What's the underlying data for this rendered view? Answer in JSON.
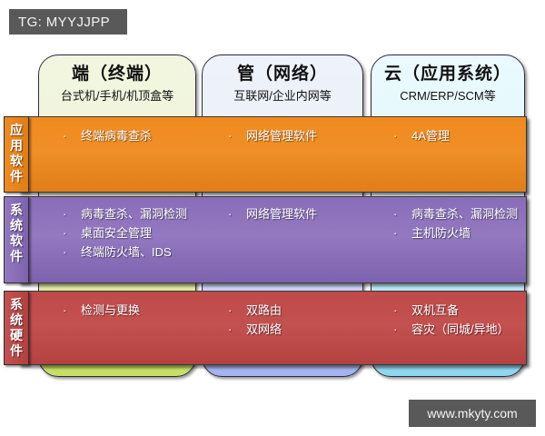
{
  "badge": {
    "label": "TG: MYYJJPP"
  },
  "watermark": {
    "label": "www.mkyty.com"
  },
  "columns": [
    {
      "title": "端（终端）",
      "subtitle": "台式机/手机/机顶盒等",
      "color": "#c6e063"
    },
    {
      "title": "管（网络）",
      "subtitle": "互联网/企业内网等",
      "color": "#a3b4ef"
    },
    {
      "title": "云（应用系统）",
      "subtitle": "CRM/ERP/SCM等",
      "color": "#8ed7f0"
    }
  ],
  "rows": [
    {
      "label": "应用软件",
      "color": "#ef8f27",
      "cells": [
        {
          "items": [
            "终端病毒查杀"
          ]
        },
        {
          "items": [
            "网络管理软件"
          ]
        },
        {
          "items": [
            "4A管理"
          ]
        }
      ]
    },
    {
      "label": "系统软件",
      "color": "#9379c0",
      "cells": [
        {
          "items": [
            "病毒查杀、漏洞检测",
            "桌面安全管理",
            "终端防火墙、IDS"
          ]
        },
        {
          "items": [
            "网络管理软件"
          ]
        },
        {
          "items": [
            "病毒查杀、漏洞检测",
            "主机防火墙"
          ]
        }
      ]
    },
    {
      "label": "系统硬件",
      "color": "#c35150",
      "cells": [
        {
          "items": [
            "检测与更换"
          ]
        },
        {
          "items": [
            "双路由",
            "双网络"
          ]
        },
        {
          "items": [
            "双机互备",
            "容灾（同城/异地）"
          ]
        }
      ]
    }
  ],
  "bullet_glyph": "·"
}
